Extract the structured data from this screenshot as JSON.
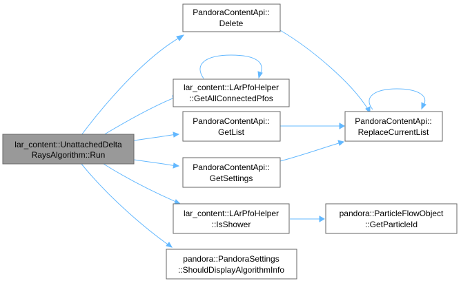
{
  "nodes": {
    "root": {
      "lines": [
        "lar_content::UnattachedDelta",
        "RaysAlgorithm::Run"
      ]
    },
    "delete": {
      "lines": [
        "PandoraContentApi::",
        "Delete"
      ]
    },
    "getall": {
      "lines": [
        "lar_content::LArPfoHelper",
        "::GetAllConnectedPfos"
      ]
    },
    "getlist": {
      "lines": [
        "PandoraContentApi::",
        "GetList"
      ]
    },
    "getsettings": {
      "lines": [
        "PandoraContentApi::",
        "GetSettings"
      ]
    },
    "isshower": {
      "lines": [
        "lar_content::LArPfoHelper",
        "::IsShower"
      ]
    },
    "shoulddisp": {
      "lines": [
        "pandora::PandoraSettings",
        "::ShouldDisplayAlgorithmInfo"
      ]
    },
    "replace": {
      "lines": [
        "PandoraContentApi::",
        "ReplaceCurrentList"
      ]
    },
    "particleid": {
      "lines": [
        "pandora::ParticleFlowObject",
        "::GetParticleId"
      ]
    }
  },
  "colors": {
    "edge": "#63b8ff",
    "root_fill": "#999999",
    "node_border": "#666666"
  }
}
